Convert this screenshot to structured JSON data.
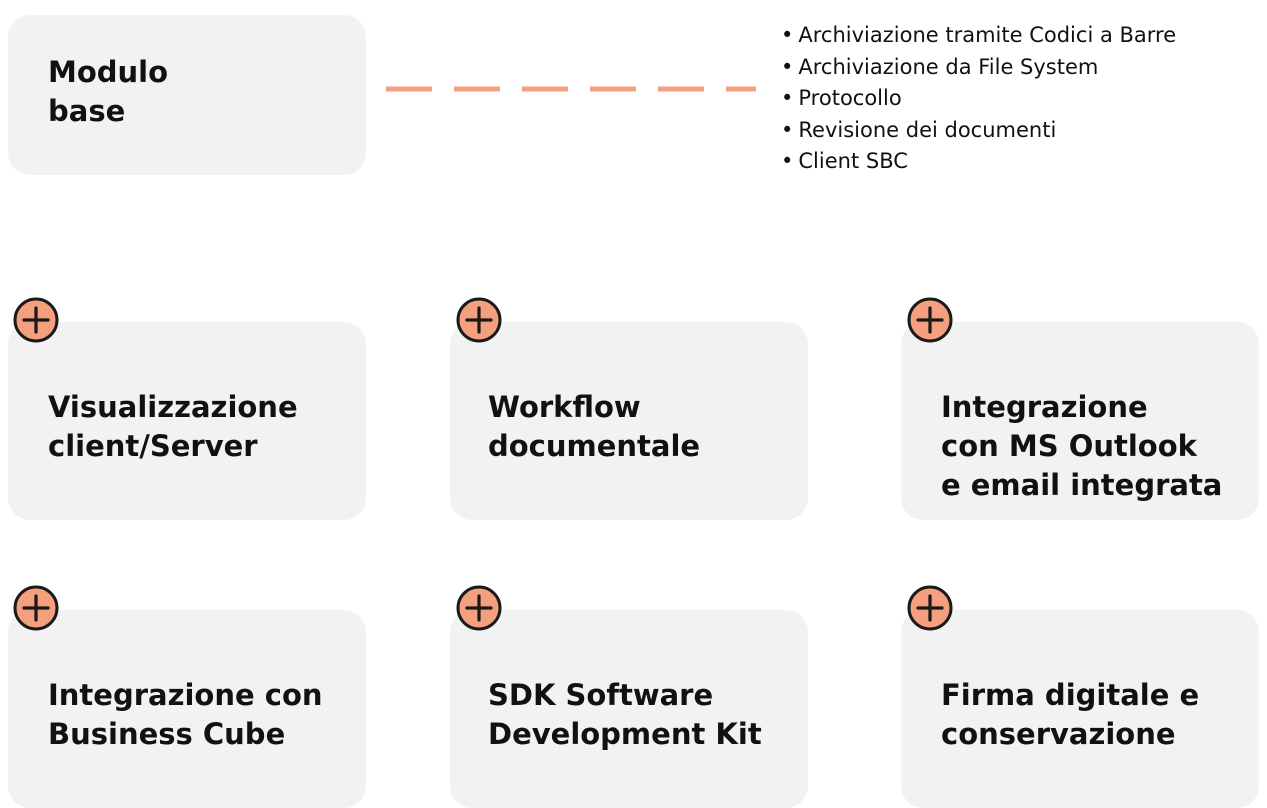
{
  "base_module": {
    "title_lines": [
      "Modulo",
      "base"
    ]
  },
  "features": [
    "Archiviazione tramite Codici a Barre",
    "Archiviazione da File System",
    "Protocollo",
    "Revisione dei documenti",
    "Client SBC"
  ],
  "bullet": "•",
  "modules": [
    {
      "title_lines": [
        "Visualizzazione",
        "client/Server"
      ]
    },
    {
      "title_lines": [
        "Workflow",
        "documentale"
      ]
    },
    {
      "title_lines": [
        "Integrazione",
        "con MS Outlook",
        "e email integrata"
      ]
    },
    {
      "title_lines": [
        "Integrazione con",
        "Business Cube"
      ]
    },
    {
      "title_lines": [
        "SDK Software",
        "Development Kit"
      ]
    },
    {
      "title_lines": [
        "Firma digitale e",
        "conservazione"
      ]
    }
  ],
  "icons": {
    "add": "plus-circle-icon"
  },
  "colors": {
    "accent": "#f4a07e",
    "card_bg": "#f2f2f2",
    "text": "#111111",
    "icon_stroke": "#1a1a1a"
  }
}
